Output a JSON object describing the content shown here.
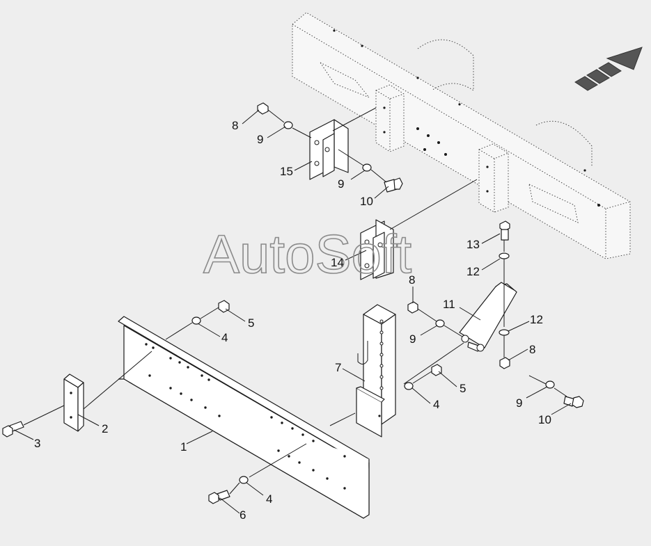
{
  "watermark": "AutoSoft",
  "callouts": [
    {
      "id": "c1",
      "text": "1"
    },
    {
      "id": "c2",
      "text": "2"
    },
    {
      "id": "c3",
      "text": "3"
    },
    {
      "id": "c4a",
      "text": "4"
    },
    {
      "id": "c4b",
      "text": "4"
    },
    {
      "id": "c4c",
      "text": "4"
    },
    {
      "id": "c5a",
      "text": "5"
    },
    {
      "id": "c5b",
      "text": "5"
    },
    {
      "id": "c6",
      "text": "6"
    },
    {
      "id": "c7",
      "text": "7"
    },
    {
      "id": "c8a",
      "text": "8"
    },
    {
      "id": "c8b",
      "text": "8"
    },
    {
      "id": "c8c",
      "text": "8"
    },
    {
      "id": "c9a",
      "text": "9"
    },
    {
      "id": "c9b",
      "text": "9"
    },
    {
      "id": "c9c",
      "text": "9"
    },
    {
      "id": "c9d",
      "text": "9"
    },
    {
      "id": "c10a",
      "text": "10"
    },
    {
      "id": "c10b",
      "text": "10"
    },
    {
      "id": "c11",
      "text": "11"
    },
    {
      "id": "c12a",
      "text": "12"
    },
    {
      "id": "c12b",
      "text": "12"
    },
    {
      "id": "c13",
      "text": "13"
    },
    {
      "id": "c14",
      "text": "14"
    },
    {
      "id": "c15",
      "text": "15"
    }
  ],
  "colors": {
    "background": "#eeeeee",
    "line": "#1a1a1a",
    "watermark": "#8a8a8a"
  },
  "icons": {
    "direction_arrow": "forward-direction-arrow-icon"
  }
}
